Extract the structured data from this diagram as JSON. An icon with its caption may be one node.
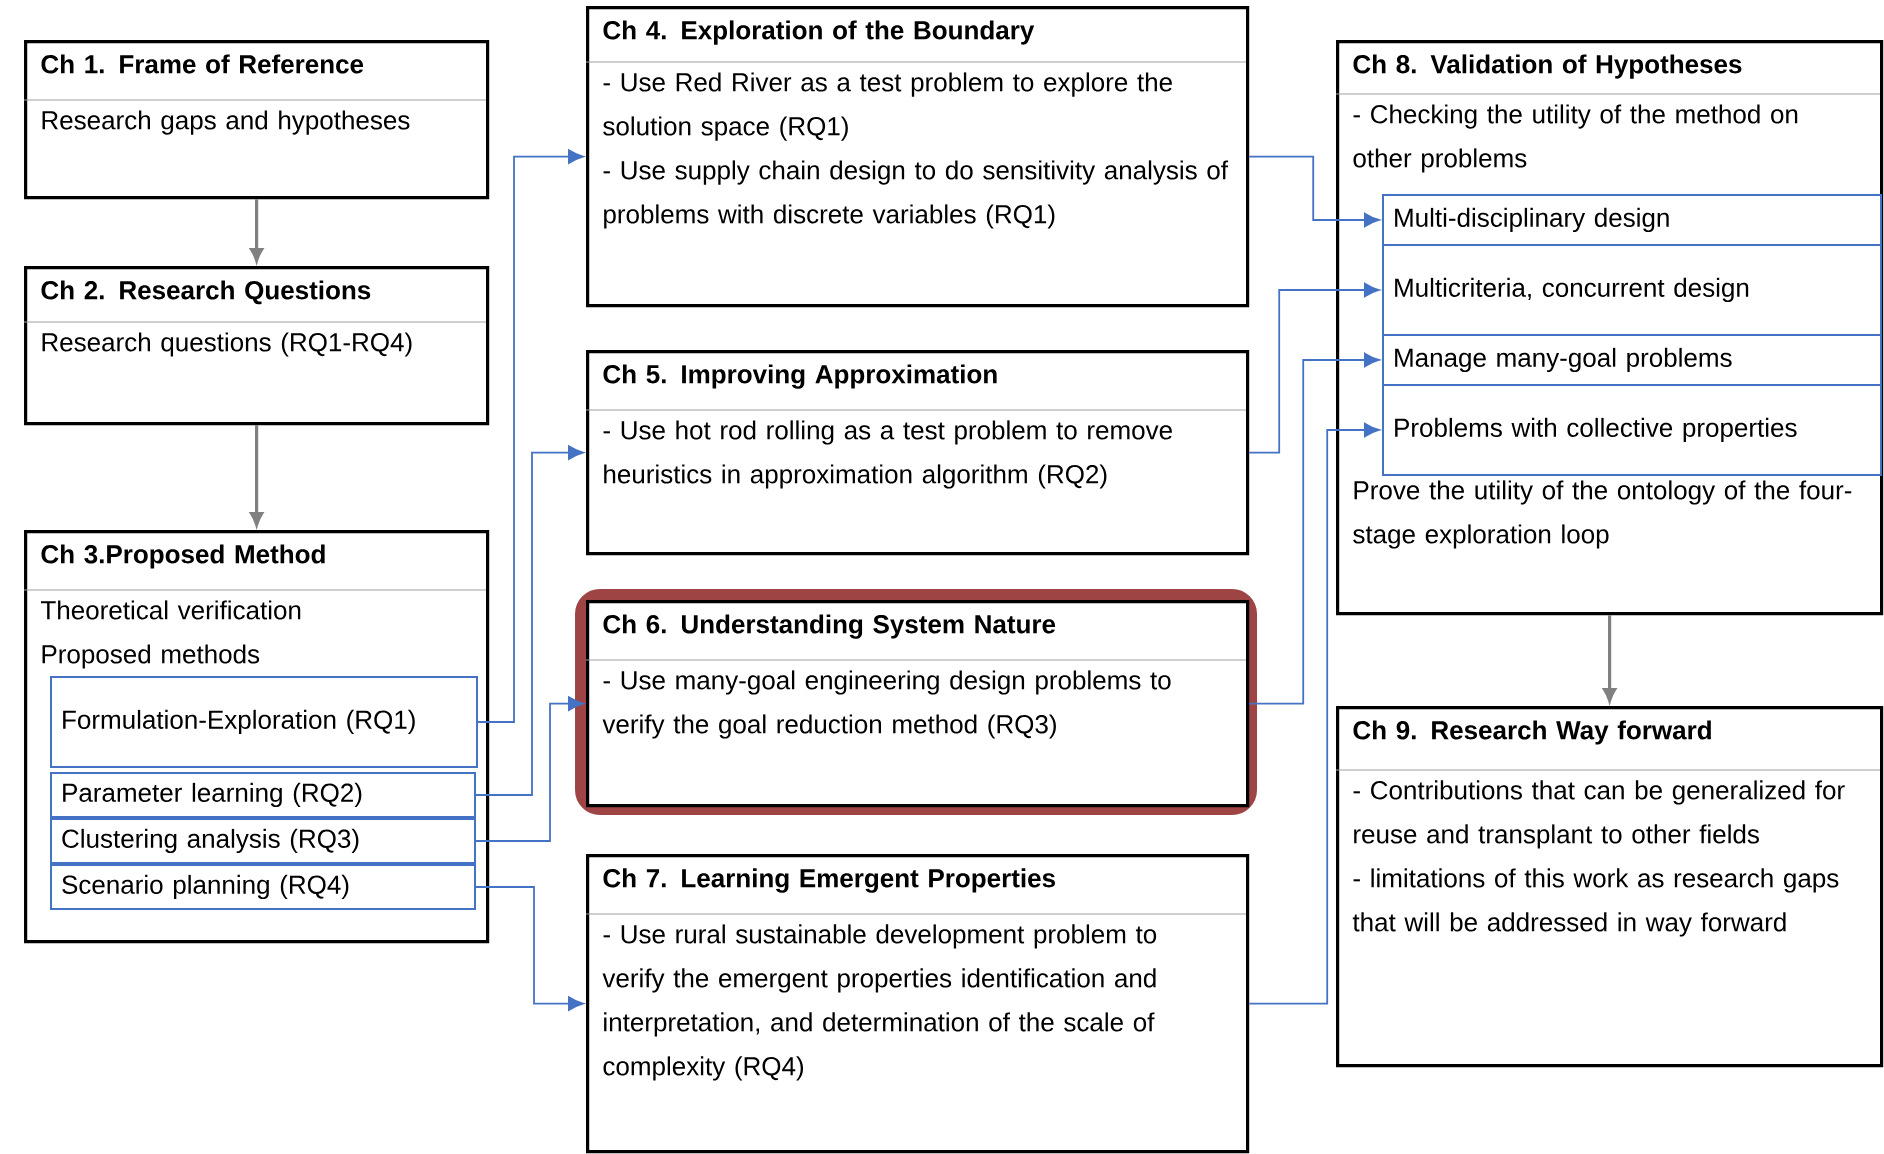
{
  "diagram": {
    "nodes": [
      {
        "text": [
          "Ch 1. Frame of Reference",
          "Research gaps and hypotheses"
        ]
      },
      {
        "text": [
          "Ch 2. Research Questions",
          "Research questions (RQ1-RQ4)"
        ]
      },
      {
        "text": [
          "Ch 3.Proposed Method",
          "Theoretical verification",
          "Proposed methods"
        ]
      },
      {
        "text": [
          "Formulation-Exploration (RQ1)"
        ],
        "in": 2
      },
      {
        "text": [
          "Parameter learning (RQ2)"
        ],
        "in": 2
      },
      {
        "text": [
          "Clustering analysis (RQ3)"
        ],
        "in": 2
      },
      {
        "text": [
          "Scenario planning (RQ4)"
        ],
        "in": 2
      },
      {
        "text": [
          "Ch 4. Exploration of the Boundary",
          "- Use Red River as a test problem to explore the solution space (RQ1)",
          "- Use supply chain design to do sensitivity analysis of problems with discrete variables (RQ1)"
        ]
      },
      {
        "text": [
          "Ch 5. Improving Approximation",
          "- Use hot rod rolling as a test problem to remove heuristics in approximation algorithm (RQ2)"
        ]
      },
      {
        "text": [
          "Ch 6. Understanding System Nature",
          "- Use many-goal engineering design problems to verify the goal reduction method (RQ3)"
        ]
      },
      {
        "text": [
          "Ch 7. Learning Emergent Properties",
          "- Use rural sustainable development problem to verify the emergent properties identification and interpretation, and determination of the scale of complexity (RQ4)"
        ]
      },
      {
        "text": [
          "Ch 8. Validation of Hypotheses",
          "- Checking the utility of the method on other problems",
          "Prove the utility of the ontology of the four-stage exploration loop"
        ]
      },
      {
        "text": [
          "Multi-disciplinary design"
        ],
        "in": 11
      },
      {
        "text": [
          "Multicriteria, concurrent design"
        ],
        "in": 11
      },
      {
        "text": [
          "Manage many-goal problems"
        ],
        "in": 11
      },
      {
        "text": [
          "Problems with collective properties"
        ],
        "in": 11
      },
      {
        "text": [
          "Ch 9. Research Way forward",
          "- Contributions that can be generalized for reuse and transplant to other fields",
          "- limitations of this work as research gaps that will be addressed in way forward"
        ]
      }
    ],
    "edges": [
      {
        "from": 0,
        "to": 1,
        "arrow": "to",
        "color": "#808080"
      },
      {
        "from": 1,
        "to": 2,
        "arrow": "to",
        "color": "#808080"
      },
      {
        "from": 3,
        "to": 7,
        "arrow": "to"
      },
      {
        "from": 4,
        "to": 8,
        "arrow": "to"
      },
      {
        "from": 5,
        "to": 9,
        "arrow": "to"
      },
      {
        "from": 6,
        "to": 10,
        "arrow": "to"
      },
      {
        "from": 7,
        "to": 12,
        "arrow": "to"
      },
      {
        "from": 8,
        "to": 13,
        "arrow": "to"
      },
      {
        "from": 9,
        "to": 14,
        "arrow": "to"
      },
      {
        "from": 10,
        "to": 15,
        "arrow": "to"
      },
      {
        "from": 11,
        "to": 16,
        "arrow": "to",
        "color": "#808080"
      }
    ]
  }
}
